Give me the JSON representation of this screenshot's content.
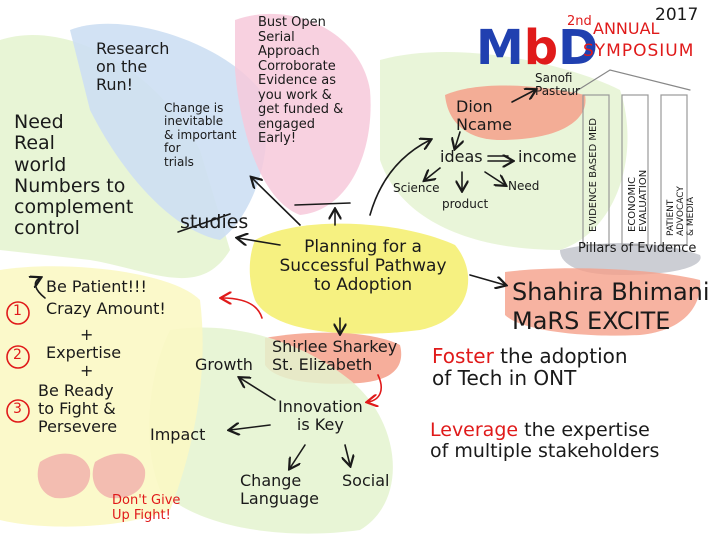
{
  "header": {
    "logo_m": "M",
    "logo_b": "b",
    "logo_d": "D",
    "year": "2017",
    "ordinal": "2nd",
    "annual": "ANNUAL",
    "symposium": "SYMPOSIUM"
  },
  "center": {
    "title": "Planning for a\nSuccessful Pathway\nto Adoption"
  },
  "nodes": {
    "need_real_world": "Need\nReal\nworld\nNumbers to\ncomplement\ncontrol",
    "studies": "studies",
    "research_run": "Research\non the\nRun!",
    "change_inevitable": "Change is\ninevitable\n& important\nfor\ntrials",
    "bust_open": "Bust Open\nSerial\nApproach\nCorroborate\nEvidence as\nyou work &\nget funded &\nengaged\nEarly!",
    "dion": "Dion\nNcame",
    "sanofi": "Sanofi\nPasteur",
    "ideas": "ideas",
    "income": "income",
    "science": "Science",
    "need": "Need",
    "product": "product",
    "pillar_1": "EVIDENCE BASED MED",
    "pillar_2": "ECONOMIC EVALUATION",
    "pillar_3": "PATIENT ADVOCACY & MEDIA",
    "pillars_caption": "Pillars of Evidence",
    "shahira": "Shahira Bhimani\nMaRS EXCITE",
    "foster_red": "Foster",
    "foster_rest": " the adoption\nof Tech in ONT",
    "leverage_red": "Leverage",
    "leverage_rest": " the expertise\nof multiple stakeholders",
    "shirlee": "Shirlee Sharkey\nSt. Elizabeth",
    "innovation": "Innovation\nis Key",
    "growth": "Growth",
    "impact": "Impact",
    "change_language": "Change\nLanguage",
    "social": "Social",
    "num_1": "1",
    "num_2": "2",
    "num_3": "3",
    "be_patient": "Be Patient!!!\nCrazy Amount!",
    "plus_1": "+",
    "expertise": "Expertise",
    "plus_2": "+",
    "be_ready": "Be Ready\nto Fight &\nPersevere",
    "dont_give_up": "Don't Give\nUp Fight!"
  },
  "colors": {
    "ink": "#1a1a1a",
    "red": "#e01a1a",
    "blue": "#2040b0",
    "yellow_wash": "#f5f07a",
    "salmon_wash": "#f5a08a",
    "green_wash": "#dff2c8",
    "blue_wash": "#c9dbf2",
    "pink_wash": "#f6c4d6",
    "gray_wash": "#c7c9cf"
  }
}
